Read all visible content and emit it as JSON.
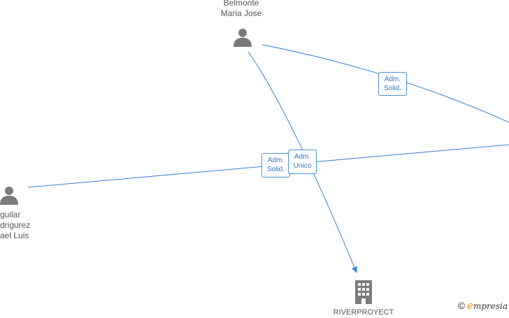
{
  "nodes": {
    "belmonte": {
      "line1": "Belmonte",
      "line2": "Maria Jose",
      "icon": "person-icon"
    },
    "aguilar": {
      "line1": "guilar",
      "line2": "drigurez",
      "line3": "ael Luis",
      "icon": "person-icon"
    },
    "company": {
      "line1": "RIVERPROYECT",
      "icon": "building-icon"
    }
  },
  "edges": {
    "e1": {
      "line1": "Adm.",
      "line2": "Solid."
    },
    "e2": {
      "line1": "Adm.",
      "line2": "Solid."
    },
    "e3": {
      "line1": "Adm.",
      "line2": "Unico"
    }
  },
  "brand": {
    "copyright": "©",
    "e": "e",
    "name": "mpresia"
  },
  "colors": {
    "edge": "#3a7fd0",
    "icon": "#7a7a7a",
    "brand_accent": "#f29400"
  }
}
